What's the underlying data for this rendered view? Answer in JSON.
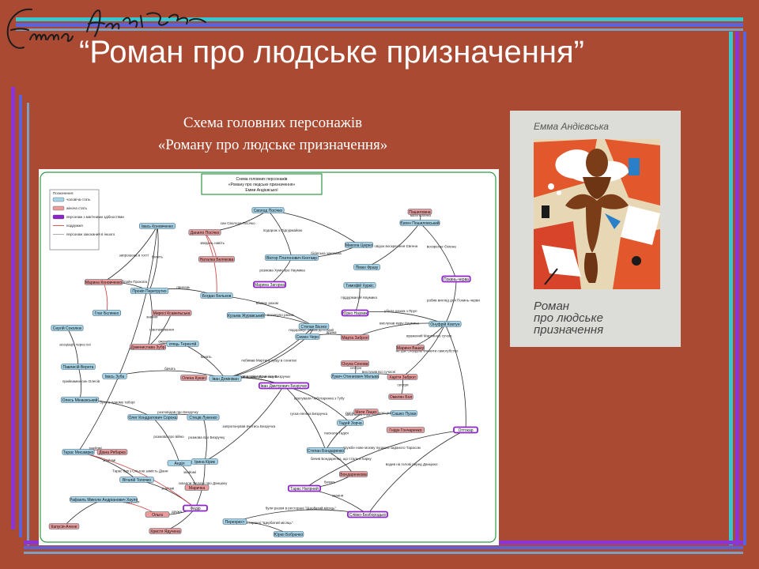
{
  "slide": {
    "title": "“Роман про людське призначення”",
    "caption_line1": "Схема головних персонажів",
    "caption_line2": "«Роману про людське призначення»",
    "signature_text": "Емма Андієвська"
  },
  "diagram": {
    "header_line1": "Схема головних персонажів",
    "header_line2": "«Роману про людське призначення»",
    "header_line3": "Емми Андієвської",
    "legend": {
      "title": "Позначення:",
      "items": [
        "чоловіча стать",
        "жіноча стать",
        "персонаж з магічними здібностями",
        "подружжя",
        "персонаж закоханий в іншого"
      ]
    },
    "nodes": [
      "Сволод Посічко",
      "Івась Коновченко",
      "Данило Посічко",
      "Микола Цюрко",
      "Віктор Платонович Кентавр",
      "Пашиловна",
      "Євген Пошиловський",
      "Пімко Фразу",
      "Наталка Белякова",
      "Марина Коновченко",
      "Прокіп Перетрутко",
      "Марина Загорна",
      "Тимофій Хуркіс",
      "Юрко Наумик",
      "Покинь-черва",
      "Глаг Бєлянко",
      "Богдан Бельков",
      "Кузьма Журавський",
      "Онуфрій Ковтун",
      "Сергій Соколюк",
      "Миросі Ксавельська",
      "Степан Бієнко",
      "Семен Черн",
      "Марта Заброл",
      "Мариня Вашку",
      "Дзвенислава Зубр",
      "отець Терентій",
      "Олена Кукан",
      "Павлисій Верета",
      "Івась Зуба",
      "Іван Домінікан",
      "Іван Дмитрович Безручко",
      "Онука Сенова",
      "Лукич Отиниович Мальва",
      "Харітя Заброл",
      "Омелян Бол",
      "Олесь Мінаєвський",
      "Олег Кондратович Сорока",
      "Стеців Лукенко",
      "Тадей Зорча",
      "Мати Лацко",
      "Сашко Пузан",
      "Гнідін Гончаренко",
      "Тарас Мисамрко",
      "Діана Рябарка",
      "Ірина Кірик",
      "Степан Бондаренко",
      "Бондаренкова",
      "Віталій Топочко",
      "Анділ",
      "Тарас Нагірний",
      "Маричка",
      "Федір",
      "Ольга",
      "Рафаель Миколи Андріанович Хауля",
      "Капусія-Ачене",
      "Перехрест",
      "Слівко-Безбородько",
      "Христя Ядучена",
      "Юрко Бобрачко",
      "Оттокар"
    ],
    "edge_labels": [
      "син Сволода Посічко",
      "подорож з Підгурмайою",
      "мати Євгена",
      "бісівська закохана",
      "свідок воскресіння Євгена",
      "воскресає Євгена",
      "запрошена в гості",
      "бачить",
      "вистягає блайн Прокопа",
      "розмова Хуми про Наумика",
      "зведень навіть",
      "піддурмануй Наумика",
      "убила разом з Прул",
      "робив вигляд для Покинь-черви",
      "приходь",
      "бояться в гостях",
      "асоціація через сні",
      "вбиває разом",
      "вплинуло разом",
      "шантажування",
      "подорожує разом до Іспанії",
      "оженить",
      "дружа",
      "вислухав муру Наумика",
      "вражений Мартиною сучою",
      "знання",
      "бачать",
      "побивав Мартину сущу в сонатах",
      "чив видала ковзка від весни за у Безручки",
      "сестри",
      "не дає Онуфрію вчинити самогубство",
      "вислухав всі сучасні",
      "бачать",
      "вийшов в доме Домінікана",
      "сестри",
      "були в одному таборі",
      "розповідав про Безручку",
      "вратували Чоботаренка з Губу",
      "зачатясь в Рімі",
      "прийнамни син Олесів",
      "розмова про війно",
      "гуска-лелека Безручка",
      "ласкала Тадея",
      "пострибли католицького університету",
      "знайомі",
      "розмова про Безручку",
      "запропонував вчитись Безручка",
      "бачив Бондаренко, що сталь в парку",
      "знайомі",
      "знайомі",
      "бачись",
      "знайомі",
      "сказали Федору про Данцюку",
      "знання",
      "Тарас був з Ольгою замість Діани",
      "дружбе нове моєму пушкого заданого Тарасом",
      "водив на голові перед Данцюко",
      "дружа",
      "були разом в ресторані \"Щербатий місяць\"",
      "грав у ресторанчі \"Щербатий місяць\"",
      "подружжя"
    ]
  },
  "book": {
    "author": "Емма Андієвська",
    "title_line1": "Роман",
    "title_line2": "про людське",
    "title_line3": "призначення"
  },
  "colors": {
    "background": "#ab4a32",
    "bar_cyan": "#38c6cf",
    "bar_blue": "#5b63d6",
    "bar_violet": "#8b35d9",
    "male_node": "#a7d3e6",
    "female_node": "#ec9b9b",
    "magic_node": "#8c24c9",
    "diagram_border": "#2f9a48"
  }
}
